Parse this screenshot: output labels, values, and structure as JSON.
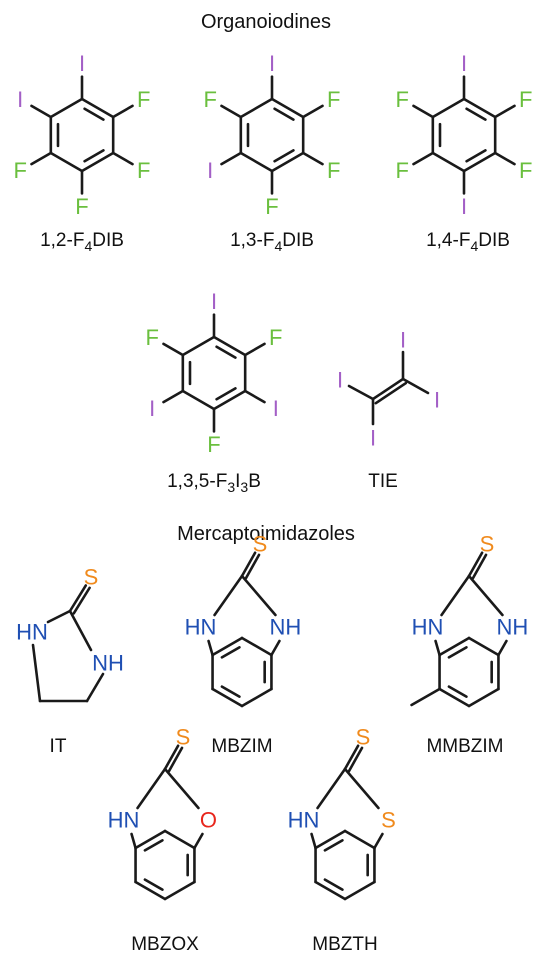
{
  "colors": {
    "bond": "#1a1a1a",
    "iodine": "#a35fc6",
    "fluorine": "#6abf3e",
    "nitrogen": "#1f4fb3",
    "sulfur": "#f08a1c",
    "oxygen": "#e8261c",
    "text": "#111111"
  },
  "sections": {
    "organoiodines": "Organoiodines",
    "mercaptoimidazoles": "Mercaptoimidazoles"
  },
  "atoms": {
    "iodine": "I",
    "fluorine": "F",
    "sulfur": "S",
    "oxygen": "O",
    "amine": "NH",
    "amine_lead": "HN"
  },
  "molecules": [
    {
      "id": "12f4dib",
      "name": "1,2-F4DIB",
      "parts": [
        "1,2-F",
        "4",
        "DIB"
      ]
    },
    {
      "id": "13f4dib",
      "name": "1,3-F4DIB",
      "parts": [
        "1,3-F",
        "4",
        "DIB"
      ]
    },
    {
      "id": "14f4dib",
      "name": "1,4-F4DIB",
      "parts": [
        "1,4-F",
        "4",
        "DIB"
      ]
    },
    {
      "id": "135f3i3b",
      "name": "1,3,5-F3I3B",
      "parts": [
        "1,3,5-F",
        "3",
        "I",
        "3",
        "B"
      ]
    },
    {
      "id": "tie",
      "name": "TIE",
      "parts": [
        "TIE"
      ]
    },
    {
      "id": "it",
      "name": "IT",
      "parts": [
        "IT"
      ]
    },
    {
      "id": "mbzim",
      "name": "MBZIM",
      "parts": [
        "MBZIM"
      ]
    },
    {
      "id": "mmbzim",
      "name": "MMBZIM",
      "parts": [
        "MMBZIM"
      ]
    },
    {
      "id": "mbzox",
      "name": "MBZOX",
      "parts": [
        "MBZOX"
      ]
    },
    {
      "id": "mbzth",
      "name": "MBZTH",
      "parts": [
        "MBZTH"
      ]
    }
  ]
}
